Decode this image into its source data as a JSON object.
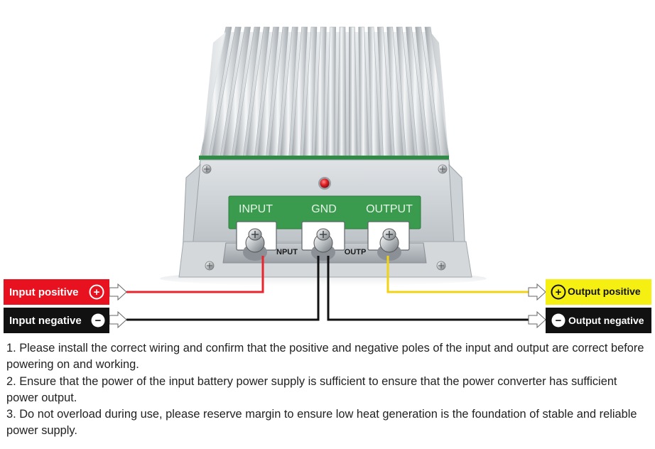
{
  "device": {
    "terminal_labels": {
      "input": "INPUT",
      "gnd": "GND",
      "output": "OUTPUT"
    },
    "plate_labels": {
      "left": "NPUT",
      "right": "OUTP"
    }
  },
  "wiring": {
    "input_positive": {
      "label": "Input positive",
      "symbol": "+",
      "wire_color": "#e8242c"
    },
    "input_negative": {
      "label": "Input negative",
      "symbol": "−",
      "wire_color": "#111111"
    },
    "output_positive": {
      "label": "Output positive",
      "symbol": "+",
      "wire_color": "#f2d313"
    },
    "output_negative": {
      "label": "Output negative",
      "symbol": "−",
      "wire_color": "#111111"
    }
  },
  "colors": {
    "red_badge": "#e8111f",
    "black_badge": "#111111",
    "yellow_badge": "#f5f012",
    "pcb_green": "#3a9a4d"
  },
  "notes": [
    "1. Please install the correct wiring and confirm that the positive and negative poles of the input and output are correct before powering on and working.",
    "2. Ensure that the power of the input battery power supply is sufficient to ensure that the power converter has sufficient power output.",
    "3. Do not overload during use, please reserve margin to ensure low heat generation is the foundation of stable and reliable power supply."
  ]
}
